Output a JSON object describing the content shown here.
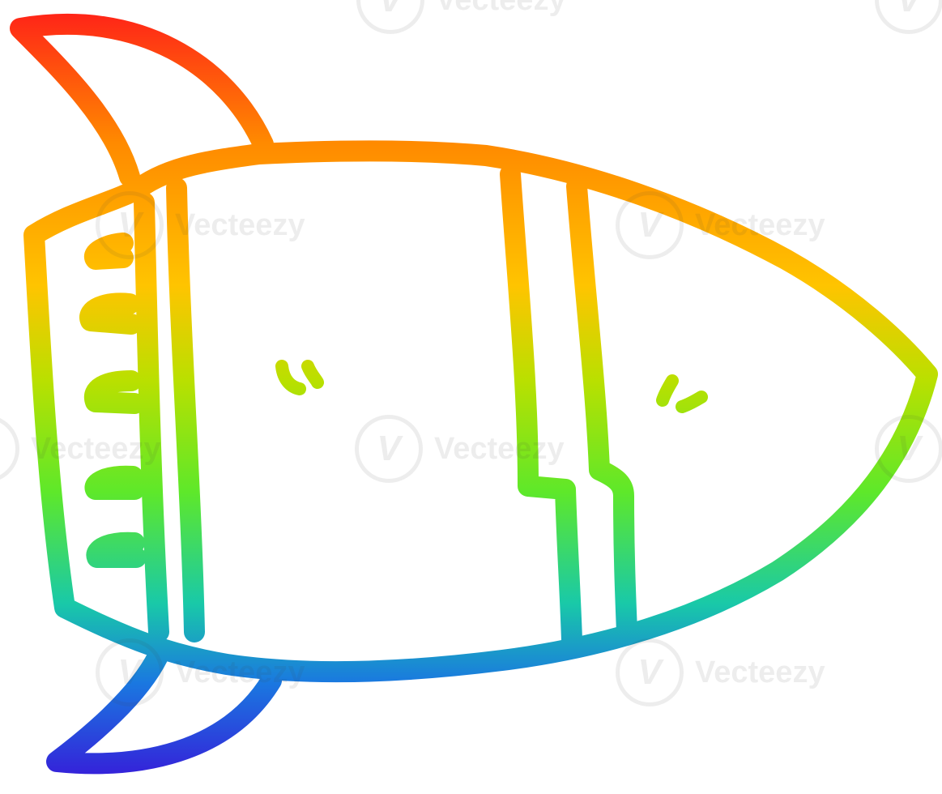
{
  "illustration": {
    "subject": "cartoon rocket",
    "style": "rainbow gradient line art",
    "gradient_colors": [
      "#ff1a1a",
      "#ff8a00",
      "#ffc400",
      "#b9e000",
      "#5ee82a",
      "#19c9a8",
      "#1a78e0",
      "#3a10d8"
    ]
  },
  "watermark": {
    "text": "Vecteezy",
    "logo_glyph": "V"
  }
}
